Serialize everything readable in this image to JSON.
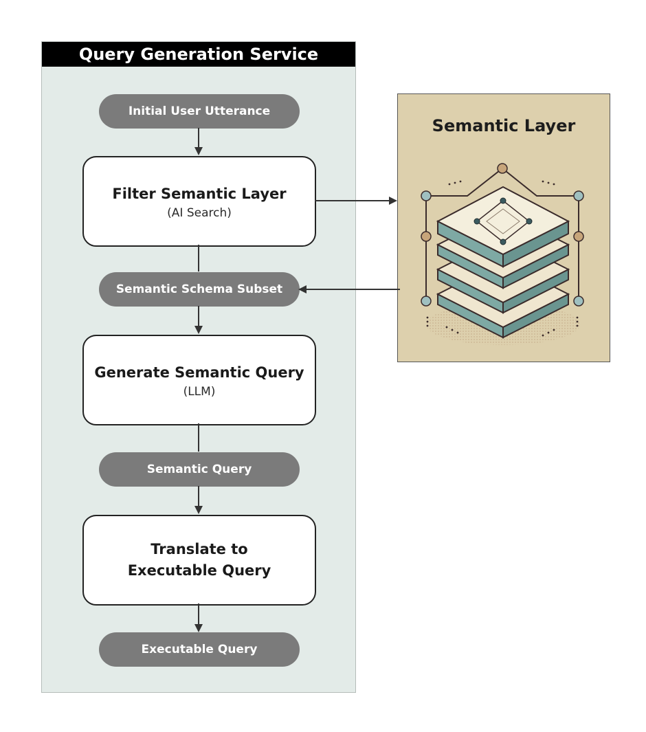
{
  "service": {
    "title": "Query Generation Service",
    "pills": [
      {
        "label": "Initial User Utterance"
      },
      {
        "label": "Semantic Schema Subset"
      },
      {
        "label": "Semantic Query"
      },
      {
        "label": "Executable Query"
      }
    ],
    "steps": [
      {
        "title": "Filter Semantic Layer",
        "subtitle": "(AI Search)"
      },
      {
        "title": "Generate Semantic Query",
        "subtitle": "(LLM)"
      },
      {
        "title": "Translate to\nExecutable Query",
        "subtitle": ""
      }
    ]
  },
  "semantic_layer": {
    "title": "Semantic Layer",
    "illustration_icon": "stacked-layers-icon"
  },
  "colors": {
    "panel_bg": "#e3ebe8",
    "pill_bg": "#7b7b7b",
    "layer_bg": "#ddd0ad",
    "layer_teal": "#7ea9a4"
  }
}
